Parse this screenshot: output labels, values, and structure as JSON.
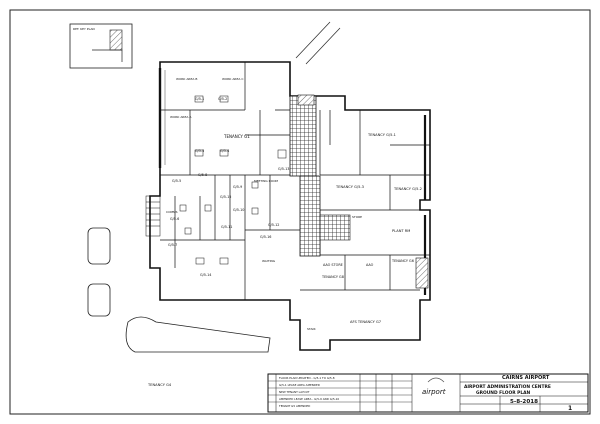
{
  "drawing": {
    "top_note": "REF. KEY PLAN",
    "client": "CAIRNS AIRPORT",
    "title_line1": "AIRPORT ADMINISTRATION CENTRE",
    "title_line2": "GROUND FLOOR PLAN",
    "date": "5-8-2018",
    "logo_text": "airport",
    "sheet_no": "1",
    "revisions": [
      "FLOOR PLAN UPDATED - G/5-1 TO G/5-8",
      "G/5-1 LEASE AREA AMENDED",
      "NEW TENANT LAYOUT",
      "AMENDED LEASE AREA - G/5-9 AND G/5-10",
      "TENANT G5 AMENDED"
    ]
  },
  "rooms": [
    {
      "id": "r1",
      "label": "WORK AREA B"
    },
    {
      "id": "r2",
      "label": "WORK AREA C"
    },
    {
      "id": "r3",
      "label": "WORK AREA A"
    },
    {
      "id": "r4",
      "label": "G/5-1"
    },
    {
      "id": "r5",
      "label": "G/5-2"
    },
    {
      "id": "r6",
      "label": "G/5-3"
    },
    {
      "id": "r7",
      "label": "TENANCY G1"
    },
    {
      "id": "r8",
      "label": "G/5-4"
    },
    {
      "id": "r9",
      "label": "G/5-5"
    },
    {
      "id": "r10",
      "label": "G/5-6"
    },
    {
      "id": "r11",
      "label": "G/5-7"
    },
    {
      "id": "r12",
      "label": "G/5-8"
    },
    {
      "id": "r13",
      "label": "G/5-9"
    },
    {
      "id": "r14",
      "label": "G/5-10"
    },
    {
      "id": "r15",
      "label": "G/5-11"
    },
    {
      "id": "r16",
      "label": "G/5-12"
    },
    {
      "id": "r17",
      "label": "MEETING ROOM"
    },
    {
      "id": "r18",
      "label": "G/5-13"
    },
    {
      "id": "r19",
      "label": "TENANCY G/5-1"
    },
    {
      "id": "r20",
      "label": "TENANCY G/5-3"
    },
    {
      "id": "r21",
      "label": "TENANCY G/5-2"
    },
    {
      "id": "r22",
      "label": "PLANT RM"
    },
    {
      "id": "r23",
      "label": "AAO STORE"
    },
    {
      "id": "r24",
      "label": "AAO"
    },
    {
      "id": "r25",
      "label": "TENANCY G6"
    },
    {
      "id": "r26",
      "label": "TENANCY G8"
    },
    {
      "id": "r27",
      "label": "AFS TENANCY G7"
    },
    {
      "id": "r28",
      "label": "TENANCY G4"
    },
    {
      "id": "r29",
      "label": "G/5-14"
    },
    {
      "id": "r30",
      "label": "WAITING"
    },
    {
      "id": "r31",
      "label": "COMMS"
    },
    {
      "id": "r32",
      "label": "STAIR"
    },
    {
      "id": "r33",
      "label": "STORE"
    },
    {
      "id": "r34",
      "label": "G/5-15"
    },
    {
      "id": "r35",
      "label": "G/5-16"
    }
  ]
}
